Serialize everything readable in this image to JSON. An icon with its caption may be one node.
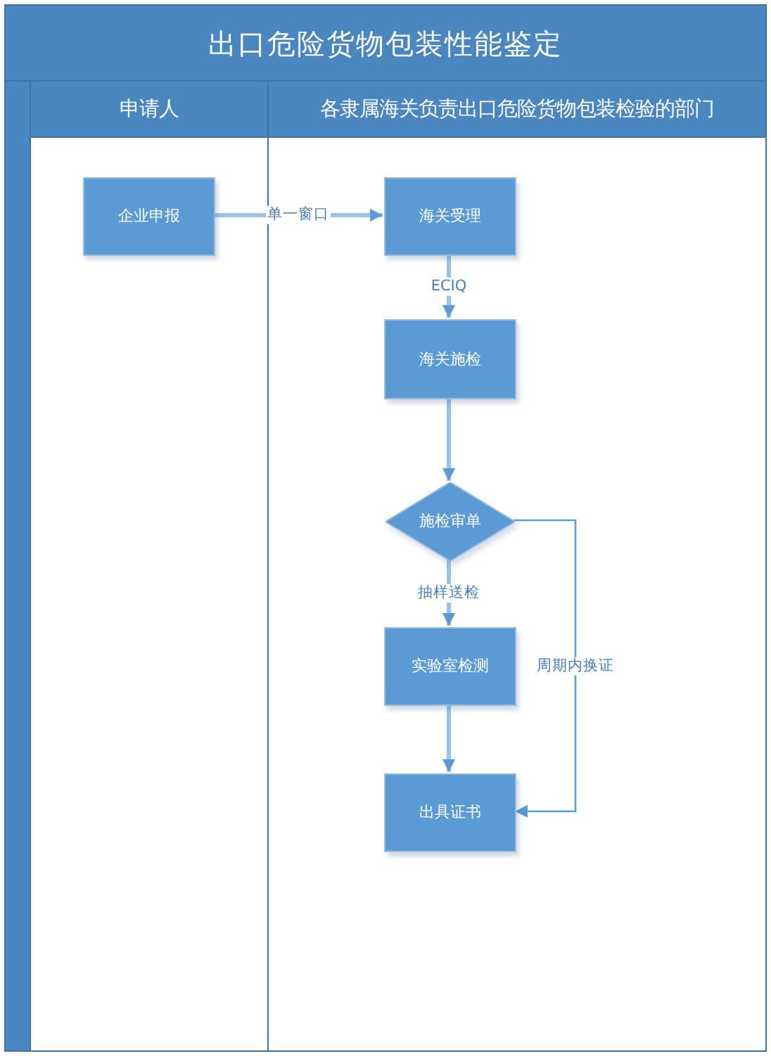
{
  "diagram": {
    "title": "出口危险货物包装性能鉴定",
    "nodes": [
      {
        "text": [],
        "shape": "bar"
      },
      {
        "text": [
          "申请人"
        ]
      },
      {
        "text": [
          "企业申报"
        ],
        "in": 1
      },
      {
        "text": [
          "各隶属海关负责出口危险货物包装检验的部门"
        ]
      },
      {
        "text": [
          "海关受理"
        ],
        "in": 3
      },
      {
        "text": [
          "海关施检"
        ],
        "in": 3
      },
      {
        "text": [
          "施检审单"
        ],
        "in": 3
      },
      {
        "text": [
          "实验室检测"
        ],
        "in": 3
      },
      {
        "text": [
          "出具证书"
        ],
        "in": 3
      }
    ],
    "edges": [
      {
        "from": 2,
        "to": 4,
        "arrow": "to",
        "label": "单一窗口"
      },
      {
        "from": 4,
        "to": 5,
        "arrow": "to",
        "label": "ECIQ"
      },
      {
        "from": 5,
        "to": 6,
        "arrow": "to"
      },
      {
        "from": 6,
        "to": 7,
        "arrow": "to",
        "label": "抽样送检"
      },
      {
        "from": 7,
        "to": 8,
        "arrow": "to"
      },
      {
        "from": 6,
        "to": 8,
        "arrow": "to",
        "label": "周期内换证",
        "color": "#5b9bd5"
      }
    ]
  }
}
